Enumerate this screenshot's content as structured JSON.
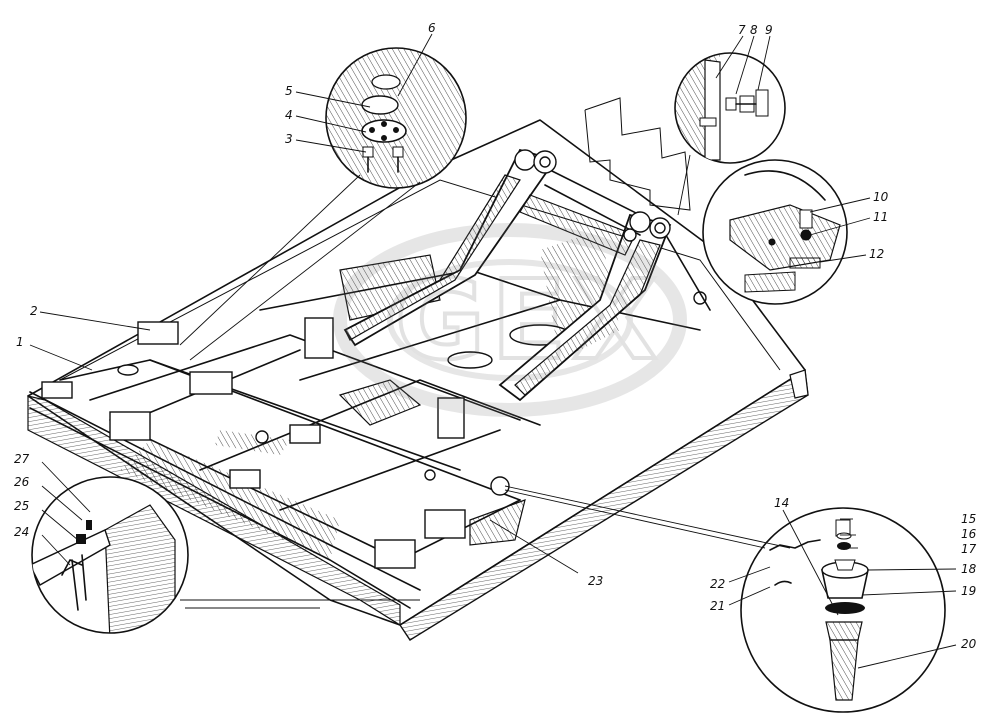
{
  "callouts": [
    {
      "id": "c1",
      "text": "1"
    },
    {
      "id": "c2",
      "text": "2"
    },
    {
      "id": "c3",
      "text": "3"
    },
    {
      "id": "c4",
      "text": "4"
    },
    {
      "id": "c5",
      "text": "5"
    },
    {
      "id": "c6",
      "text": "6"
    },
    {
      "id": "c7",
      "text": "7"
    },
    {
      "id": "c8",
      "text": "8"
    },
    {
      "id": "c9",
      "text": "9"
    },
    {
      "id": "c10",
      "text": "10"
    },
    {
      "id": "c11",
      "text": "11"
    },
    {
      "id": "c12",
      "text": "12"
    },
    {
      "id": "c14",
      "text": "14"
    },
    {
      "id": "c15",
      "text": "15"
    },
    {
      "id": "c16",
      "text": "16"
    },
    {
      "id": "c17",
      "text": "17"
    },
    {
      "id": "c18",
      "text": "18"
    },
    {
      "id": "c19",
      "text": "19"
    },
    {
      "id": "c20",
      "text": "20"
    },
    {
      "id": "c21",
      "text": "21"
    },
    {
      "id": "c22",
      "text": "22"
    },
    {
      "id": "c23",
      "text": "23"
    },
    {
      "id": "c24",
      "text": "24"
    },
    {
      "id": "c25",
      "text": "25"
    },
    {
      "id": "c26",
      "text": "26"
    },
    {
      "id": "c27",
      "text": "27"
    }
  ]
}
